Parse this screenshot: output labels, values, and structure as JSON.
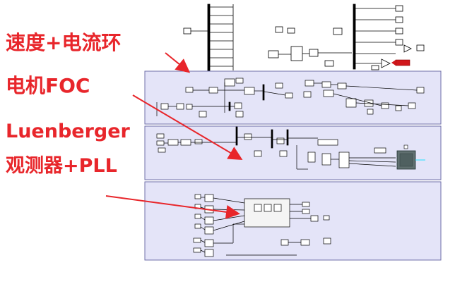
{
  "annotations": {
    "speed_current_loop": "速度+电流环",
    "motor_foc": "电机FOC",
    "luenberger_line1": "Luenberger",
    "luenberger_line2": "观测器+PLL"
  },
  "colors": {
    "annotation_text": "#e8262b",
    "arrow": "#e8262b",
    "subsystem_fill": "#e4e4f8",
    "subsystem_border": "#6f6fa8",
    "wire": "#000000",
    "block_fill": "#ffffff",
    "scope_fill": "#607070",
    "scope_display": "#40e0ff",
    "highlight_block": "#d0161b"
  },
  "icons": {
    "red_block": "red-rectangle-icon",
    "scope": "scope-icon"
  }
}
